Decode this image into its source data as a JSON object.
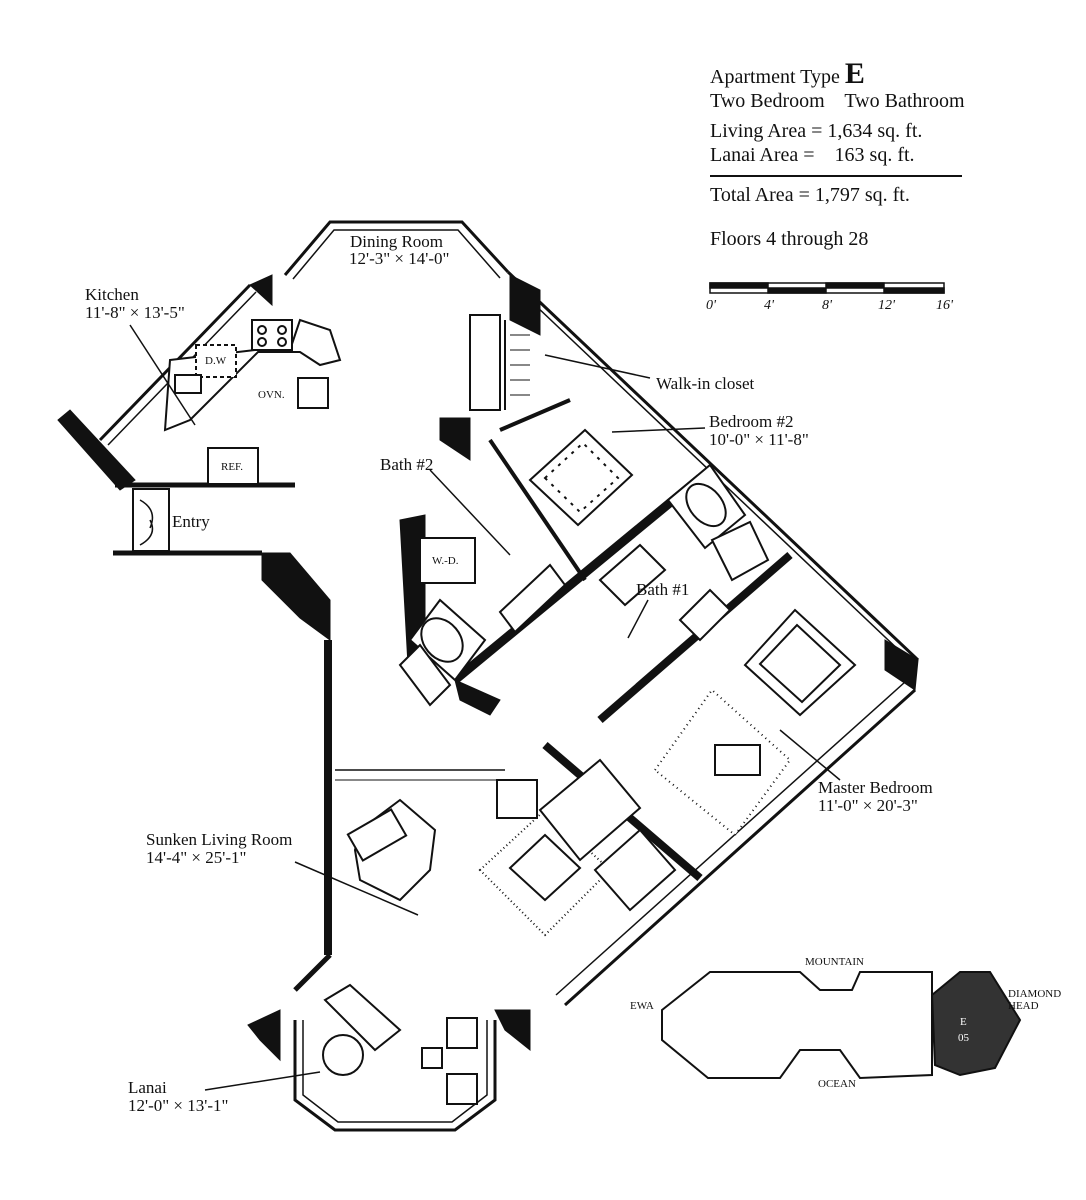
{
  "info": {
    "apartment_type_label": "Apartment Type",
    "apartment_type": "E",
    "bedrooms": "Two Bedroom",
    "bathrooms": "Two Bathroom",
    "living_area_label": "Living Area",
    "living_area": "= 1,634 sq. ft.",
    "lanai_area_label": "Lanai Area",
    "lanai_area": "=    163 sq. ft.",
    "total_area_label": "Total Area",
    "total_area": "= 1,797 sq. ft.",
    "floors": "Floors 4 through 28"
  },
  "scale": {
    "ticks": [
      "0'",
      "4'",
      "8'",
      "12'",
      "16'"
    ]
  },
  "rooms": {
    "dining_name": "Dining Room",
    "dining_size": "12'-3\" × 14'-0\"",
    "kitchen_name": "Kitchen",
    "kitchen_size": "11'-8\" × 13'-5\"",
    "walkin": "Walk-in closet",
    "bedroom2_name": "Bedroom #2",
    "bedroom2_size": "10'-0\" × 11'-8\"",
    "bath2": "Bath #2",
    "bath1": "Bath #1",
    "entry": "Entry",
    "master_name": "Master Bedroom",
    "master_size": "11'-0\" × 20'-3\"",
    "living_name": "Sunken Living Room",
    "living_size": "14'-4\" × 25'-1\"",
    "lanai_name": "Lanai",
    "lanai_size": "12'-0\" × 13'-1\""
  },
  "appliances": {
    "dw": "D.W",
    "ovn": "OVN.",
    "ref": "REF.",
    "wd": "W.-D."
  },
  "keyplan": {
    "mountain": "MOUNTAIN",
    "ewa": "EWA",
    "diamond_head": "DIAMOND HEAD",
    "ocean": "OCEAN",
    "unit": "E",
    "unit_sub": "05"
  }
}
